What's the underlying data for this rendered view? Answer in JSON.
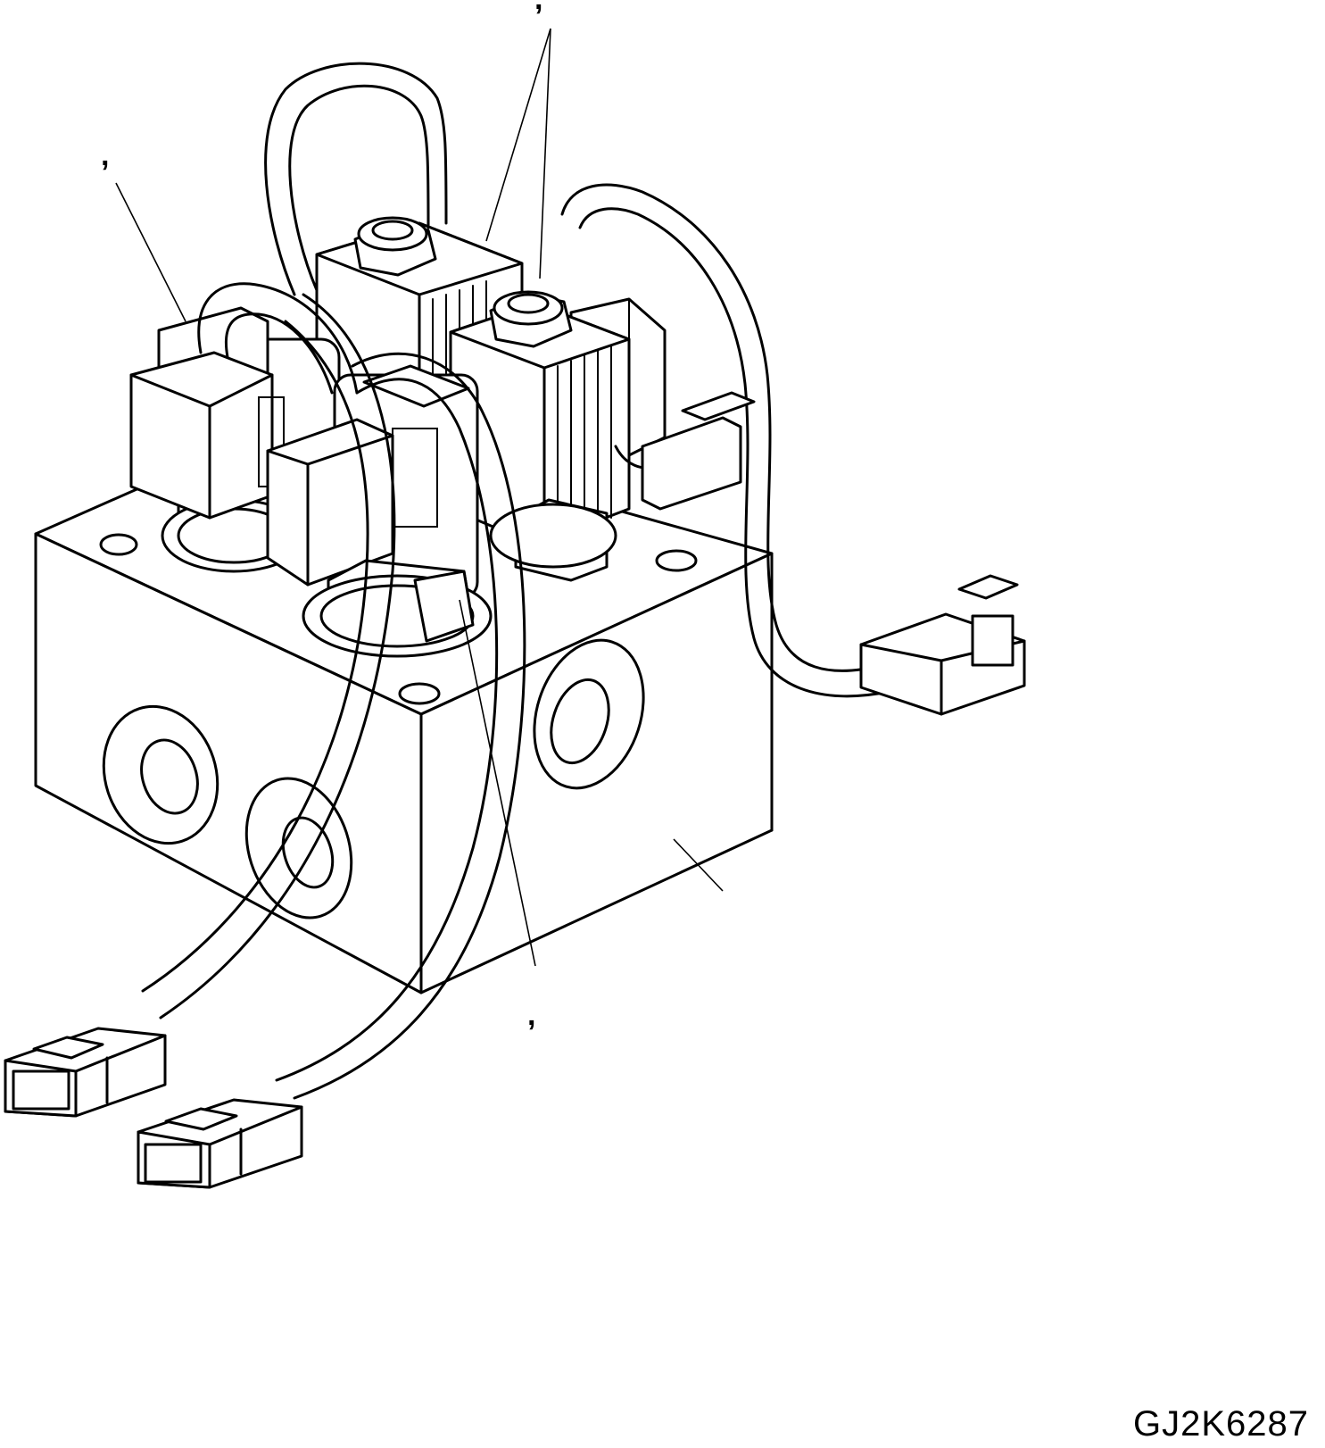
{
  "drawing": {
    "id": "GJ2K6287",
    "callouts": [
      {
        "key": "top",
        "text": ","
      },
      {
        "key": "left",
        "text": ","
      },
      {
        "key": "bottom",
        "text": ","
      }
    ]
  },
  "colors": {
    "ink": "#000000",
    "paper": "#ffffff"
  }
}
